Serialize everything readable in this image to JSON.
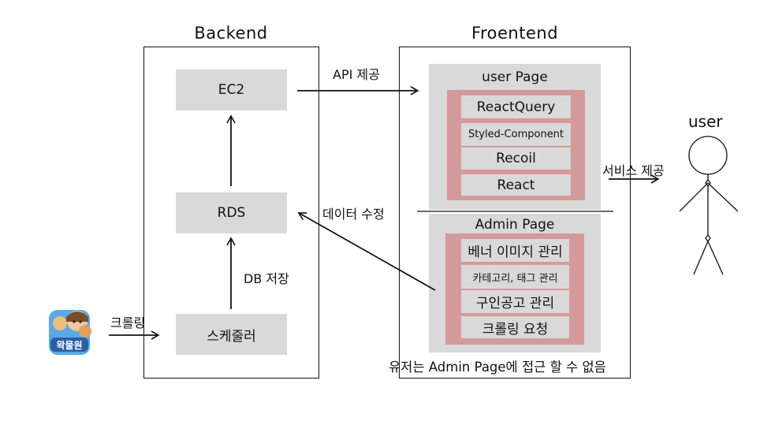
{
  "backend": {
    "title": "Backend",
    "ec2": "EC2",
    "rds": "RDS",
    "scheduler": "스케줄러"
  },
  "frontend": {
    "title": "Froentend",
    "user_page": {
      "title": "user Page",
      "items": [
        "ReactQuery",
        "Styled-Component",
        "Recoil",
        "React"
      ]
    },
    "admin_page": {
      "title": "Admin Page",
      "items": [
        "베너 이미지 관리",
        "카테고리, 태그 관리",
        "구인공고 관리",
        "크롤링 요청"
      ]
    },
    "note": "유저는 Admin Page에 접근 할 수 없음"
  },
  "labels": {
    "api": "API 제공",
    "data_edit": "데이터 수정",
    "db_save": "DB 저장",
    "crawling": "크롤링",
    "service": "서비스 제공"
  },
  "user": {
    "title": "user"
  },
  "logo": {
    "text": "왁물원",
    "icon": "wakmulwon-logo-icon"
  },
  "colors": {
    "box_gray": "#d9d9d9",
    "pink": "#d49a9a",
    "line": "#111111"
  }
}
